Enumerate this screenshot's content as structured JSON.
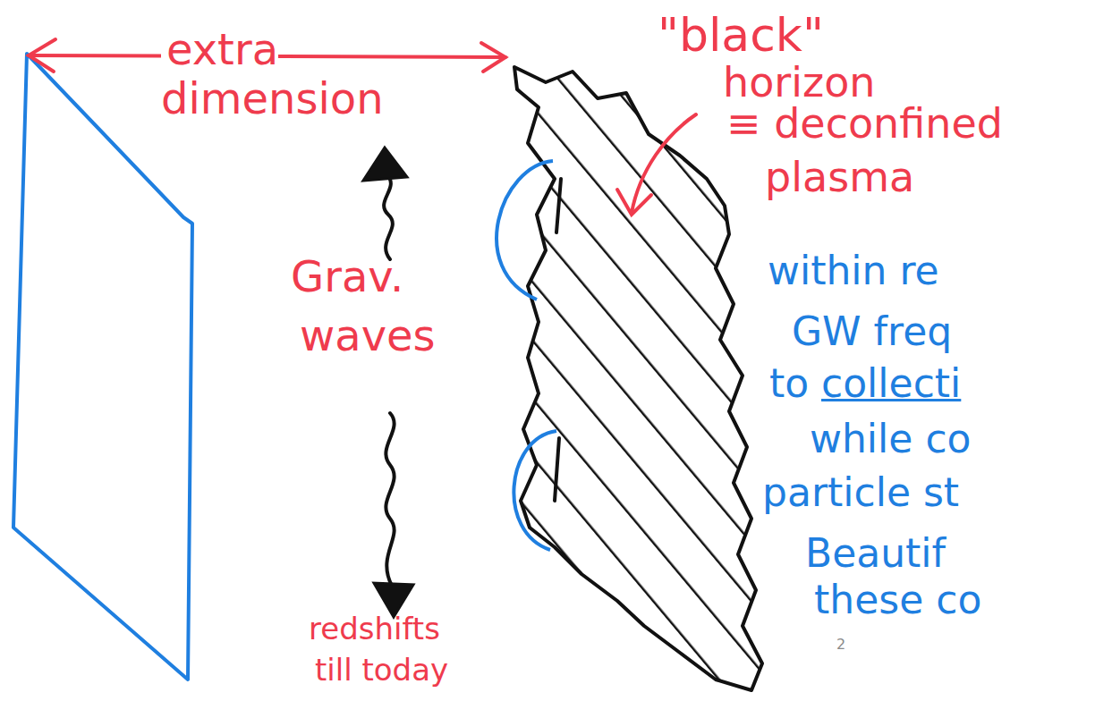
{
  "diagram": {
    "labels": [
      "extra dimension",
      "\"black\"",
      "horizon",
      "≡ deconfined",
      "plasma",
      "Grav.",
      "waves",
      "redshifts",
      "till today",
      "within re",
      "GW freq",
      "to",
      "collecti",
      "while co",
      "particle st",
      "Beautif",
      "these co",
      "2"
    ]
  }
}
